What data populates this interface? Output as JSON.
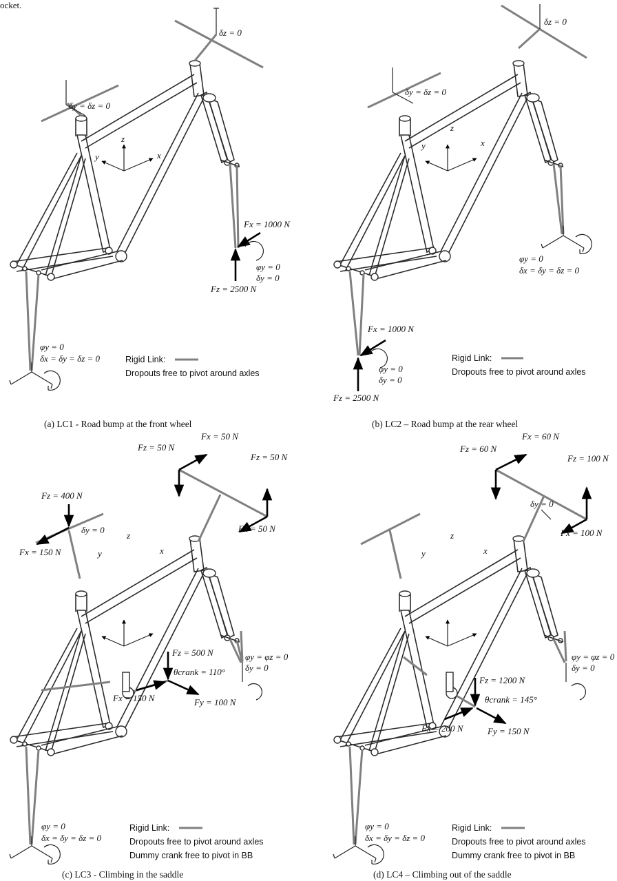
{
  "header_fragment": "ocket.",
  "panels": [
    {
      "caption": "(a) LC1 - Road bump at the front wheel",
      "labels": {
        "bc_top": "δz = 0",
        "bc_seat": "δy = δz = 0",
        "force_x": "Fx = 1000 N",
        "force_z": "Fz = 2500 N",
        "bc_front_rot": "φy = 0",
        "bc_front_disp": "δy = 0",
        "bc_rear_rot": "φy = 0",
        "bc_rear_disp": "δx = δy = δz = 0",
        "axis_x": "x",
        "axis_y": "y",
        "axis_z": "z"
      },
      "legend": [
        "Rigid Link:",
        "Dropouts free to pivot around axles"
      ]
    },
    {
      "caption": "(b) LC2 – Road bump at the rear wheel",
      "labels": {
        "bc_top": "δz = 0",
        "bc_seat": "δy = δz = 0",
        "force_x": "Fx = 1000 N",
        "force_z": "Fz = 2500 N",
        "bc_front_rot": "φy = 0",
        "bc_front_disp": "δx = δy = δz = 0",
        "bc_rear_rot": "φy = 0",
        "bc_rear_disp": "δy = 0",
        "axis_x": "x",
        "axis_y": "y",
        "axis_z": "z"
      },
      "legend": [
        "Rigid Link:",
        "Dropouts free to pivot around axles"
      ]
    },
    {
      "caption": "(c) LC3 - Climbing in the saddle",
      "labels": {
        "handle_fx_top": "Fx = 50 N",
        "handle_fz_left": "Fz = 50 N",
        "handle_fz_right": "Fz = 50 N",
        "handle_fx_bottom": "Fx = 50 N",
        "seat_fz": "Fz = 400 N",
        "seat_bc": "δy = 0",
        "seat_fx": "Fx = 150 N",
        "crank_fz": "Fz = 500 N",
        "crank_theta": "θcrank = 110°",
        "crank_fx": "Fx = 150 N",
        "crank_fy": "Fy = 100 N",
        "bc_front_rot": "φy = φz = 0",
        "bc_front_disp": "δy = 0",
        "bc_rear_rot": "φy = 0",
        "bc_rear_disp": "δx = δy = δz = 0",
        "axis_x": "x",
        "axis_y": "y",
        "axis_z": "z"
      },
      "legend": [
        "Rigid Link:",
        "Dropouts free to pivot around axles",
        "Dummy crank free to pivot in BB"
      ]
    },
    {
      "caption": "(d) LC4 – Climbing out of the saddle",
      "labels": {
        "handle_fx_top": "Fx = 60 N",
        "handle_fz_left": "Fz = 60 N",
        "handle_fz_right": "Fz = 100 N",
        "handle_bc": "δy = 0",
        "handle_fx_bottom": "Fx = 100 N",
        "crank_fz": "Fz = 1200 N",
        "crank_theta": "θcrank = 145°",
        "crank_fx": "Fx = 200 N",
        "crank_fy": "Fy = 150 N",
        "bc_front_rot": "φy = φz = 0",
        "bc_front_disp": "δy = 0",
        "bc_rear_rot": "φy = 0",
        "bc_rear_disp": "δx = δy = δz = 0",
        "axis_x": "x",
        "axis_y": "y",
        "axis_z": "z"
      },
      "legend": [
        "Rigid Link:",
        "Dropouts free to pivot around axles",
        "Dummy crank free to pivot in BB"
      ]
    }
  ],
  "colors": {
    "rigid_link": "#808080",
    "frame": "#2b2b2b",
    "force": "#000000"
  }
}
